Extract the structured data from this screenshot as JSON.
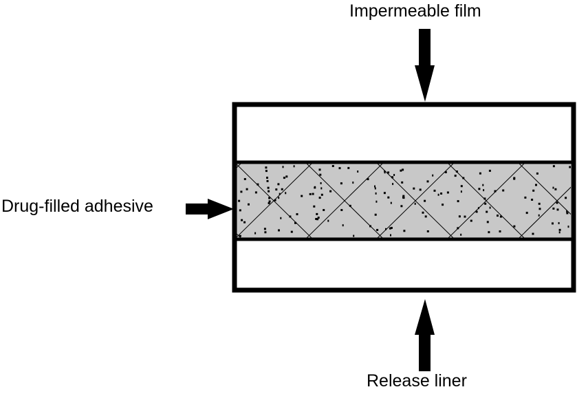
{
  "labels": {
    "top": "Impermeable film",
    "left": "Drug-filled adhesive",
    "bottom": "Release liner"
  },
  "colors": {
    "adhesive_fill": "#c8c8c8",
    "stroke": "#000000",
    "background": "#ffffff"
  }
}
